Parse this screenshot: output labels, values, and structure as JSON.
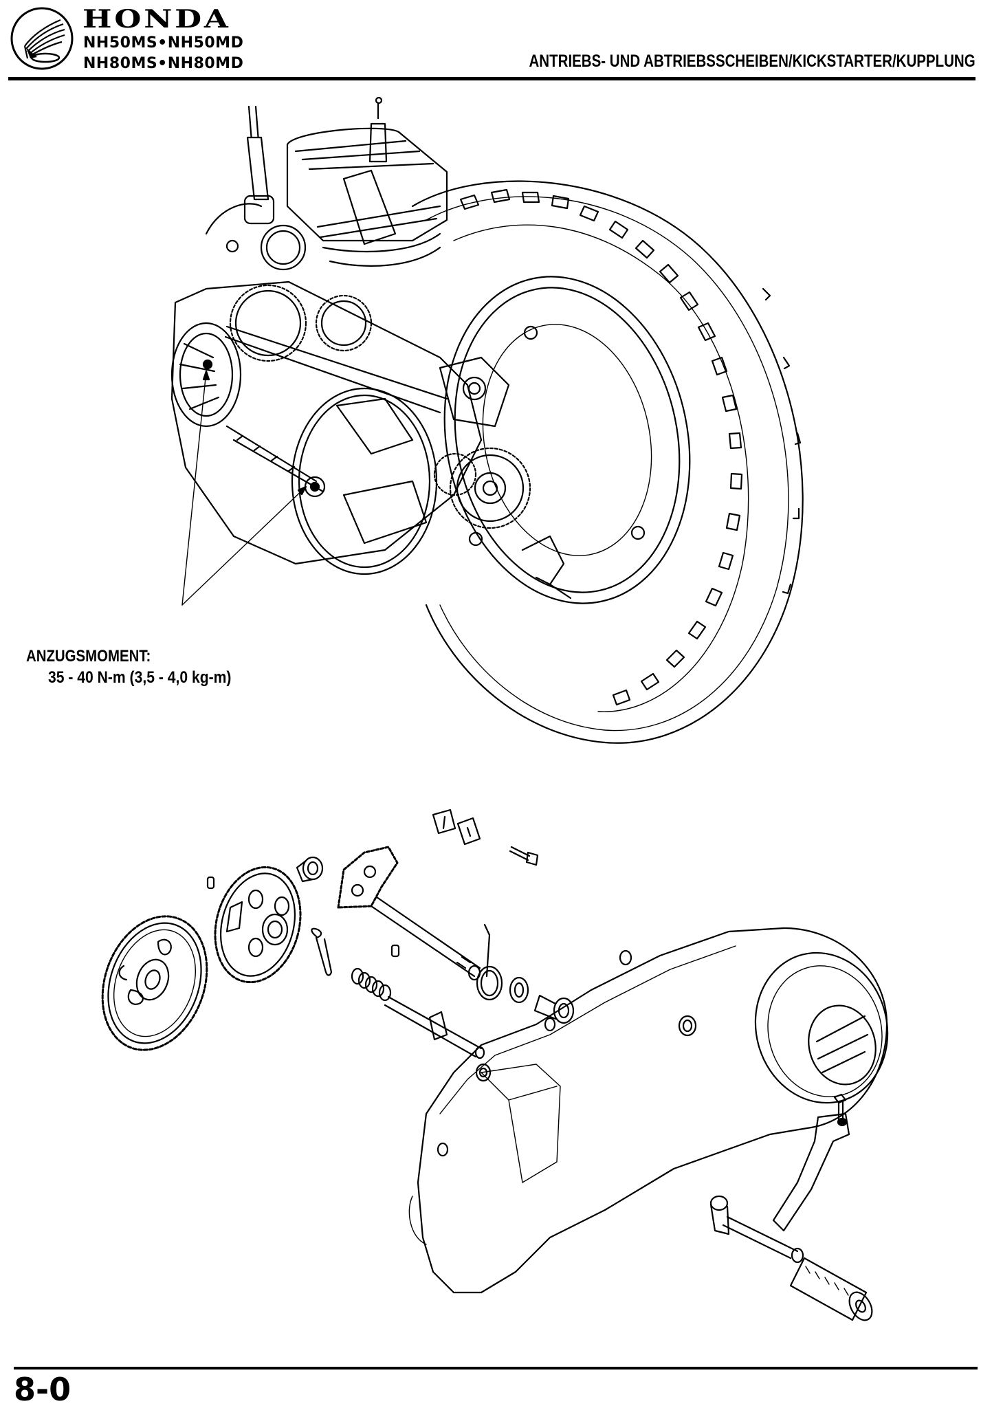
{
  "header": {
    "brand": "HONDA",
    "models": [
      "NH50MS•NH50MD",
      "NH80MS•NH80MD"
    ],
    "section_title": "ANTRIEBS- UND ABTRIEBSSCHEIBEN/KICKSTARTER/KUPPLUNG",
    "logo_icon": "honda-wing-icon"
  },
  "figure_top": {
    "description": "Assembled engine with drive belt, clutch, rear wheel",
    "torque": {
      "label": "ANZUGSMOMENT:",
      "value": "35 - 40 N-m (3,5 - 4,0 kg-m)"
    }
  },
  "figure_bottom": {
    "description": "Exploded view: kickstarter parts and left crankcase cover"
  },
  "footer": {
    "page_number": "8-0"
  }
}
